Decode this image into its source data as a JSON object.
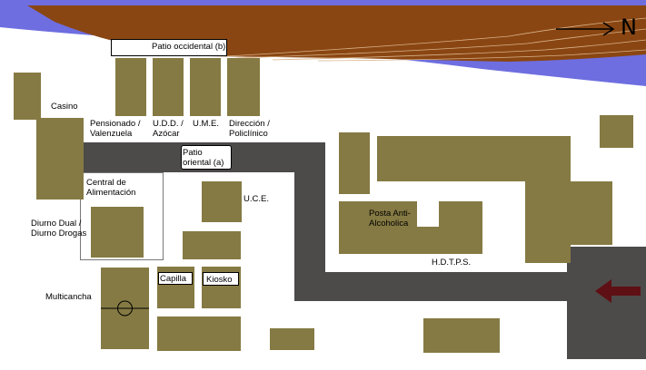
{
  "map": {
    "north_label": "N",
    "colors": {
      "building": "#857a43",
      "road": "#4d4a4a",
      "water": "#6e6ee0",
      "slope": "#8a4612",
      "background": "#ffffff",
      "entrance_arrow": "#5e1014"
    },
    "labels": {
      "patio_occidental": "Patio occidental (b)",
      "casino": "Casino",
      "pensionado": "Pensionado /\nValenzuela",
      "udd": "U.D.D. /\nAzócar",
      "ume": "U.M.E.",
      "direccion": "Dirección /\nPoliclínico",
      "patio_oriental": "Patio\noriental (a)",
      "central": "Central de\nAlimentación",
      "uce": "U.C.E.",
      "diurno": "Diurno Dual /\nDiurno Drogas",
      "posta": "Posta Anti-\nAlcoholica",
      "hdtps": "H.D.T.P.S.",
      "multicancha": "Multicancha",
      "capilla": "Capilla",
      "kiosko": "Kiosko"
    }
  }
}
